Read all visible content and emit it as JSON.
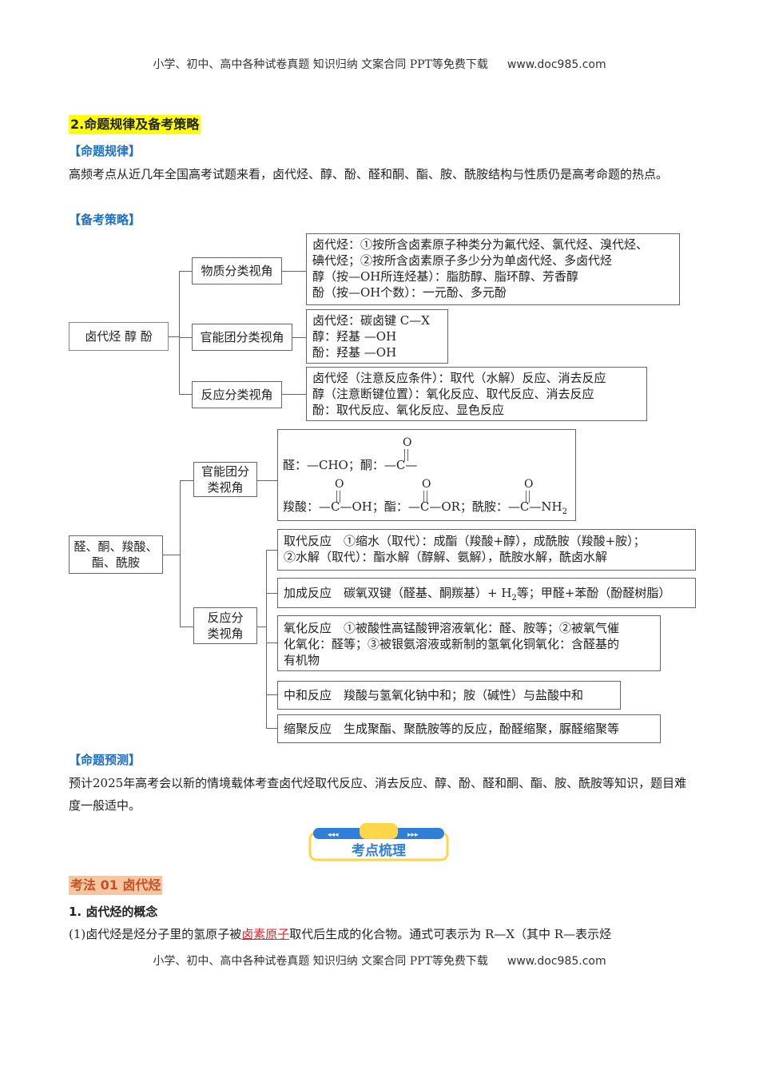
{
  "header": {
    "text": "小学、初中、高中各种试卷真题  知识归纳  文案合同  PPT等免费下载",
    "site": "www.doc985.com"
  },
  "footer": {
    "text": "小学、初中、高中各种试卷真题  知识归纳  文案合同  PPT等免费下载",
    "site": "www.doc985.com"
  },
  "section_title": "2.命题规律及备考策略",
  "rule_heading": "【命题规律】",
  "rule_text": "高频考点从近几年全国高考试题来看，卤代烃、醇、酚、醛和酮、酯、胺、酰胺结构与性质仍是高考命题的热点。",
  "strategy_heading": "【备考策略】",
  "tree1": {
    "root": "卤代烃  醇  酚",
    "branch1": {
      "label": "物质分类视角",
      "lines": [
        "卤代烃：①按所含卤素原子种类分为氟代烃、氯代烃、溴代烃、",
        "碘代烃；②按所含卤素原子多少分为单卤代烃、多卤代烃",
        "醇（按—OH所连烃基）：脂肪醇、脂环醇、芳香醇",
        "酚（按—OH个数）：一元酚、多元酚"
      ]
    },
    "branch2": {
      "label": "官能团分类视角",
      "lines": [
        "卤代烃：碳卤键 C—X",
        "醇：羟基 —OH",
        "酚：羟基 —OH"
      ]
    },
    "branch3": {
      "label": "反应分类视角",
      "lines": [
        "卤代烃（注意反应条件）：取代（水解）反应、消去反应",
        "醇（注意断键位置）：氧化反应、取代反应、消去反应",
        "酚：取代反应、氧化反应、显色反应"
      ]
    }
  },
  "tree2": {
    "root": [
      "醛、酮、羧酸、",
      "酯、酰胺"
    ],
    "branch1": {
      "label": [
        "官能团分",
        "类视角"
      ],
      "chem": {
        "ald": "醛：—CHO；酮：—C—",
        "o": "O",
        "acid": "羧酸：—C—OH；酯：—C—OR；酰胺：—C—NH",
        "sub2": "2"
      }
    },
    "branch2": {
      "label": [
        "反应分",
        "类视角"
      ],
      "boxes": [
        [
          "取代反应　①缩水（取代）：成酯（羧酸+醇），成酰胺（羧酸+胺）；",
          "②水解（取代）：酯水解（醇解、氨解），酰胺水解，酰卤水解"
        ],
        [
          "加成反应　碳氧双键（醛基、酮羰基）+ H",
          "2",
          "等；甲醛+苯酚（酚醛树脂）"
        ],
        [
          "氧化反应　①被酸性高锰酸钾溶液氧化：醛、胺等；②被氧气催",
          "化氧化：醛等；③被银氨溶液或新制的氢氧化铜氧化：含醛基的",
          "有机物"
        ],
        [
          "中和反应　羧酸与氢氧化钠中和；胺（碱性）与盐酸中和"
        ],
        [
          "缩聚反应　生成聚酯、聚酰胺等的反应，酚醛缩聚，脲醛缩聚等"
        ]
      ]
    }
  },
  "predict_heading": "【命题预测】",
  "predict_text": "预计2025年高考会以新的情境载体考查卤代烃取代反应、消去反应、醇、酚、醛和酮、酯、胺、酰胺等知识，题目难度一般适中。",
  "banner_text": "考点梳理",
  "kaofa_title": "考法 01 卤代烃",
  "concept_heading": "1. 卤代烃的概念",
  "concept_text": {
    "pre": "(1)卤代烃是烃分子里的氢原子被",
    "hl": "卤素原子",
    "post": "取代后生成的化合物。通式可表示为 R—X（其中 R—表示烃"
  },
  "colors": {
    "blue_heading": "#1e6fbf",
    "highlight": "#ffff00",
    "orange": "#c8502a",
    "banner_blue": "#2f7fd8",
    "banner_yellow": "#ffd54a"
  }
}
